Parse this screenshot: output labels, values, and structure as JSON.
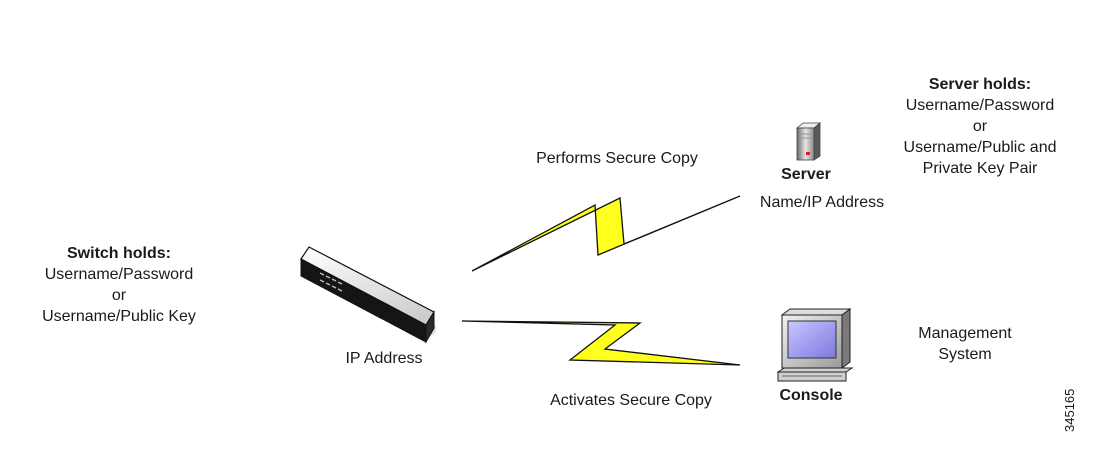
{
  "switch_block": {
    "title": "Switch holds:",
    "lines": [
      "Username/Password",
      "or",
      "Username/Public Key"
    ]
  },
  "switch_label": "IP Address",
  "server_block": {
    "title": "Server holds:",
    "lines": [
      "Username/Password",
      "or",
      "Username/Public and",
      "Private Key Pair"
    ]
  },
  "server": {
    "title": "Server",
    "subtitle": "Name/IP Address"
  },
  "console": {
    "title": "Console"
  },
  "management": {
    "lines": [
      "Management",
      "System"
    ]
  },
  "links": {
    "top_label": "Performs Secure Copy",
    "bottom_label": "Activates Secure Copy",
    "bolt_color": "#ffff1e"
  },
  "figure_id": "345165"
}
